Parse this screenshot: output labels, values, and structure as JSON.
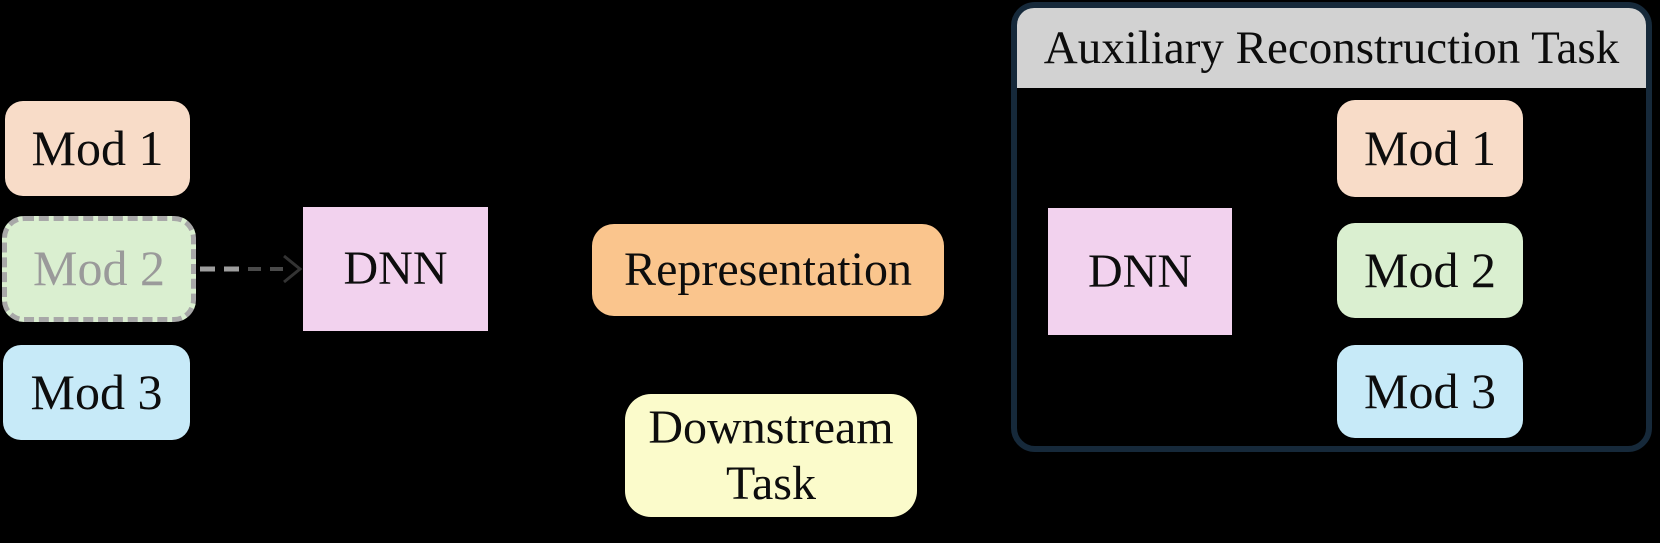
{
  "background_color": "#000000",
  "diagram": {
    "left_modalities": [
      {
        "label": "Mod 1",
        "fill": "#F8DCC8",
        "text_color": "#0d0d0d",
        "border": "none"
      },
      {
        "label": "Mod 2",
        "fill": "#DAEFD0",
        "text_color": "#9A9A9A",
        "border": "dashed #A8A8A8"
      },
      {
        "label": "Mod 3",
        "fill": "#C7EAF8",
        "text_color": "#0d0d0d",
        "border": "none"
      }
    ],
    "encoder": {
      "label": "DNN",
      "fill": "#F2D2EE"
    },
    "representation": {
      "label": "Representation",
      "fill": "#FAC58D"
    },
    "downstream_task": {
      "label": "Downstream Task",
      "fill": "#FBFBCB"
    },
    "missing_modality_arrow": {
      "from": "Mod 2",
      "to": "DNN",
      "style": "dashed",
      "shaft_color": "#9E9E9E",
      "fade_color": "#4A4A4A",
      "head_color": "#333333"
    },
    "aux_panel": {
      "title": "Auxiliary Reconstruction Task",
      "title_bg": "#D2D2D2",
      "border_color": "#16293A",
      "decoder": {
        "label": "DNN",
        "fill": "#F2D2EE"
      },
      "reconstructed_modalities": [
        {
          "label": "Mod 1",
          "fill": "#F8DCC8"
        },
        {
          "label": "Mod 2",
          "fill": "#DAEFD0"
        },
        {
          "label": "Mod 3",
          "fill": "#C7EAF8"
        }
      ]
    }
  }
}
